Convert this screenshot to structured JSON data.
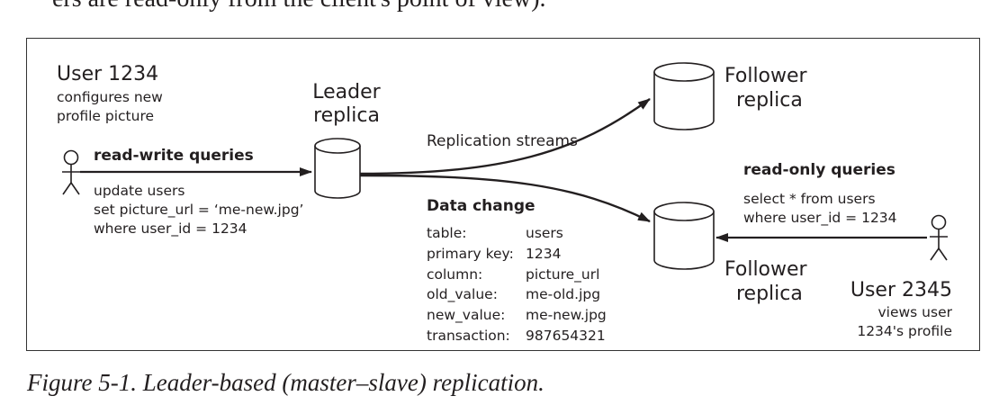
{
  "top_text": "ers are read-only from the client's point of view).",
  "user1": {
    "title": "User 1234",
    "desc_lines": [
      "configures new",
      "profile picture"
    ],
    "rw_label": "read-write queries",
    "query_lines": [
      "update users",
      "set picture_url = ‘me-new.jpg’",
      "where user_id = 1234"
    ]
  },
  "leader": {
    "lines": [
      "Leader",
      "replica"
    ]
  },
  "streams_label": "Replication streams",
  "follower_top": {
    "lines": [
      "Follower",
      "replica"
    ]
  },
  "follower_bottom": {
    "lines": [
      "Follower",
      "replica"
    ]
  },
  "data_change": {
    "title": "Data change",
    "rows": [
      {
        "key": "table:",
        "value": "users"
      },
      {
        "key": "primary key:",
        "value": "1234"
      },
      {
        "key": "column:",
        "value": "picture_url"
      },
      {
        "key": "old_value:",
        "value": "me-old.jpg"
      },
      {
        "key": "new_value:",
        "value": "me-new.jpg"
      },
      {
        "key": "transaction:",
        "value": "987654321"
      }
    ]
  },
  "user2": {
    "ro_label": "read-only queries",
    "query_lines": [
      "select * from users",
      "where user_id = 1234"
    ],
    "title": "User 2345",
    "desc_lines": [
      "views user",
      "1234's profile"
    ]
  },
  "caption": "Figure 5-1. Leader-based (master–slave) replication.",
  "colors": {
    "stroke": "#231f20",
    "text": "#231f20",
    "background": "#ffffff"
  }
}
